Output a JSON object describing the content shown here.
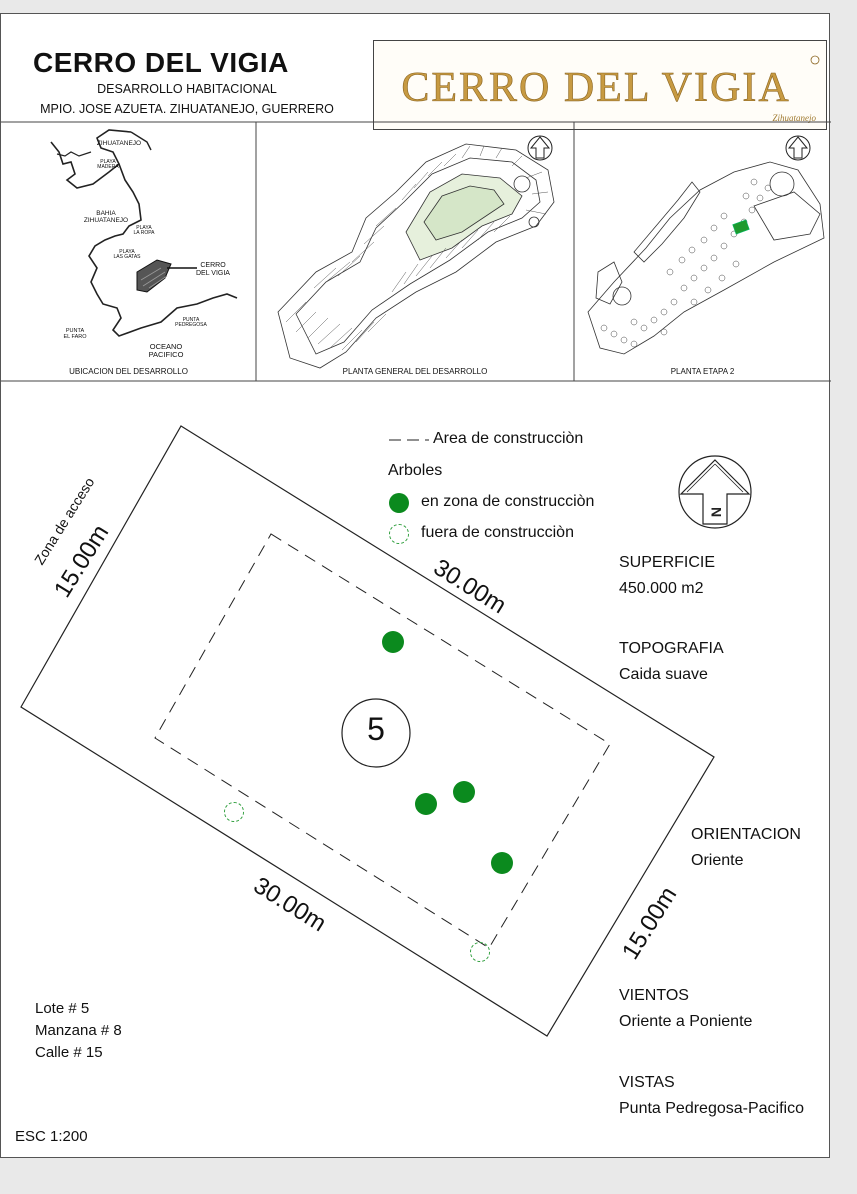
{
  "header": {
    "title": "CERRO DEL VIGIA",
    "subtitle": "DESARROLLO HABITACIONAL",
    "location": "MPIO. JOSE AZUETA. ZIHUATANEJO, GUERRERO",
    "logo_text": "CERRO DEL VIGIA",
    "logo_sub": "Zihuatanejo"
  },
  "map_location": {
    "caption": "UBICACION DEL DESARROLLO",
    "labels": {
      "zihuatanejo": "ZIHUATANEJO",
      "playa_madera_1": "PLAYA",
      "playa_madera_2": "MADERA",
      "bahia_1": "BAHIA",
      "bahia_2": "ZIHUATANEJO",
      "playa_ropa_1": "PLAYA",
      "playa_ropa_2": "LA ROPA",
      "playa_gatas_1": "PLAYA",
      "playa_gatas_2": "LAS GATAS",
      "cerro_1": "CERRO",
      "cerro_2": "DEL VIGIA",
      "pedregosa_1": "PUNTA",
      "pedregosa_2": "PEDREGOSA",
      "faro_1": "PUNTA",
      "faro_2": "EL FARO",
      "oceano_1": "OCEANO",
      "oceano_2": "PACIFICO"
    }
  },
  "map_general": {
    "caption": "PLANTA GENERAL DEL DESARROLLO"
  },
  "map_etapa": {
    "caption": "PLANTA ETAPA 2"
  },
  "legend": {
    "area_label": "Area de construcciòn",
    "trees_title": "Arboles",
    "in_zone": "en zona de construcciòn",
    "out_zone": "fuera de construcciòn",
    "tree_color": "#0b8a1e",
    "tree_out_color": "#2e9e3c"
  },
  "lot": {
    "number": "5",
    "access_label": "Zona de acceso",
    "dim_top": "30.00m",
    "dim_bottom": "30.00m",
    "dim_left": "15.00m",
    "dim_right": "15.00m"
  },
  "info": {
    "superficie_label": "SUPERFICIE",
    "superficie_value": "450.000 m2",
    "topografia_label": "TOPOGRAFIA",
    "topografia_value": "Caida suave",
    "orientacion_label": "ORIENTACION",
    "orientacion_value": "Oriente",
    "vientos_label": "VIENTOS",
    "vientos_value": "Oriente a Poniente",
    "vistas_label": "VISTAS",
    "vistas_value": "Punta Pedregosa-Pacifico"
  },
  "lot_info": {
    "lote": "Lote # 5",
    "manzana": "Manzana # 8",
    "calle": "Calle # 15"
  },
  "scale": "ESC 1:200",
  "north_letter": "N"
}
